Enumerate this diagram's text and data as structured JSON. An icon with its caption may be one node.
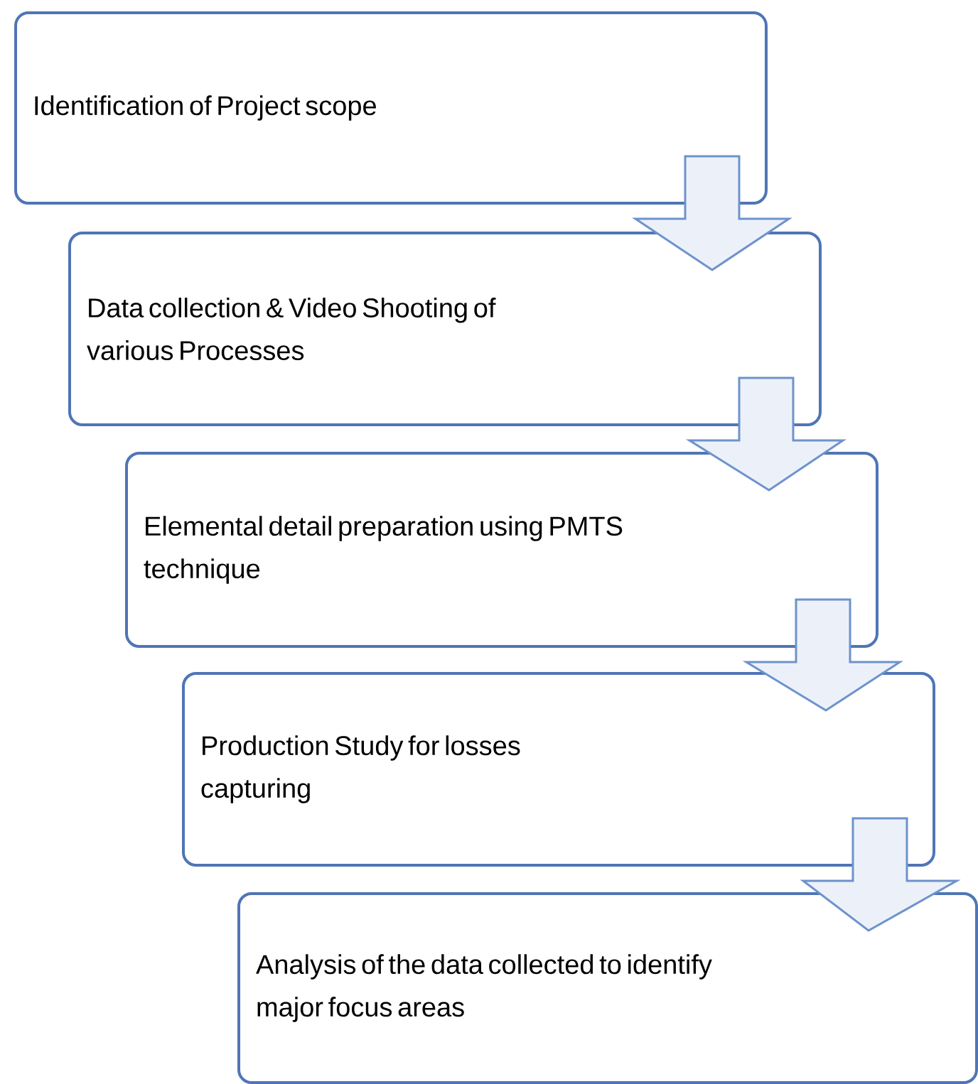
{
  "diagram": {
    "nodes": [
      {
        "text": [
          "Identification of Project scope"
        ]
      },
      {
        "text": [
          "Data collection & Video Shooting of various Processes"
        ]
      },
      {
        "text": [
          "Elemental detail preparation using PMTS technique"
        ]
      },
      {
        "text": [
          "Production Study for losses capturing"
        ]
      },
      {
        "text": [
          "Analysis of the data collected to identify major focus areas"
        ]
      }
    ],
    "edges": [
      {
        "from": 0,
        "to": 1,
        "arrow": "to"
      },
      {
        "from": 1,
        "to": 2,
        "arrow": "to"
      },
      {
        "from": 2,
        "to": 3,
        "arrow": "to"
      },
      {
        "from": 3,
        "to": 4,
        "arrow": "to"
      }
    ]
  }
}
